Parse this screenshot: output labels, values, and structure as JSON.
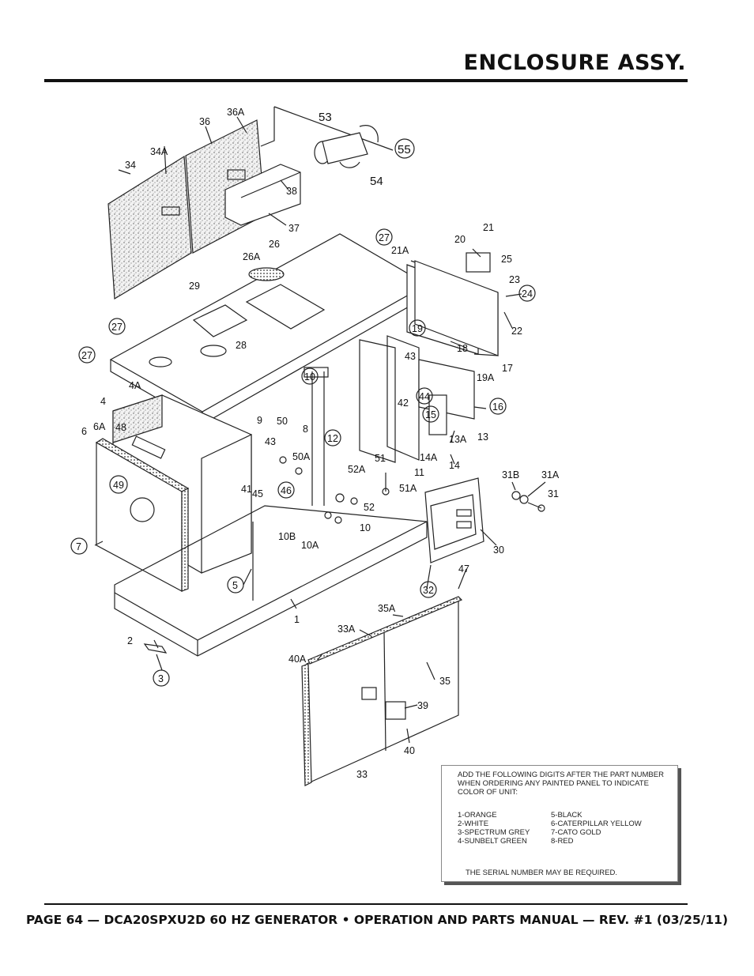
{
  "page_title": "ENCLOSURE ASSY.",
  "footer": "PAGE 64 — DCA20SPXU2D 60 HZ GENERATOR • OPERATION AND PARTS MANUAL — REV. #1 (03/25/11)",
  "note": {
    "heading": "ADD THE FOLLOWING DIGITS AFTER THE PART NUMBER WHEN ORDERING ANY PAINTED PANEL TO INDICATE COLOR OF UNIT:",
    "colors_left": [
      "1-ORANGE",
      "2-WHITE",
      "3-SPECTRUM GREY",
      "4-SUNBELT GREEN"
    ],
    "colors_right": [
      "5-BLACK",
      "6-CATERPILLAR YELLOW",
      "7-CATO GOLD",
      "8-RED"
    ],
    "serial": "THE SERIAL NUMBER MAY BE REQUIRED."
  },
  "callouts": {
    "c36A": "36A",
    "c36": "36",
    "c34A": "34A",
    "c34": "34",
    "c53": "53",
    "c55": "55",
    "c54": "54",
    "c38": "38",
    "c37": "37",
    "c26": "26",
    "c26A": "26A",
    "c27a": "27",
    "c21": "21",
    "c20": "20",
    "c21A": "21A",
    "c25": "25",
    "c23": "23",
    "c24": "24",
    "c22": "22",
    "c29": "29",
    "c28": "28",
    "c27b": "27",
    "c27c": "27",
    "c19": "19",
    "c18": "18",
    "c17": "17",
    "c19A": "19A",
    "c43a": "43",
    "c16": "16",
    "c44": "44",
    "c42": "42",
    "c15": "15",
    "c13A": "13A",
    "c13": "13",
    "c14A": "14A",
    "c14": "14",
    "c11": "11",
    "c10": "10",
    "c12": "12",
    "c4": "4",
    "c4A": "4A",
    "c6": "6",
    "c6A": "6A",
    "c48": "48",
    "c49": "49",
    "c9": "9",
    "c50": "50",
    "c8": "8",
    "c43b": "43",
    "c50A": "50A",
    "c41": "41",
    "c45": "45",
    "c46": "46",
    "c51": "51",
    "c52A": "52A",
    "c51A": "51A",
    "c52": "52",
    "c10c": "10",
    "c10B": "10B",
    "c10A": "10A",
    "c31B": "31B",
    "c31A": "31A",
    "c31": "31",
    "c30": "30",
    "c7": "7",
    "c5": "5",
    "c1": "1",
    "c32": "32",
    "c47": "47",
    "c35A": "35A",
    "c33A": "33A",
    "c2": "2",
    "c3": "3",
    "c40A": "40A",
    "c35": "35",
    "c39": "39",
    "c40": "40",
    "c33": "33"
  }
}
